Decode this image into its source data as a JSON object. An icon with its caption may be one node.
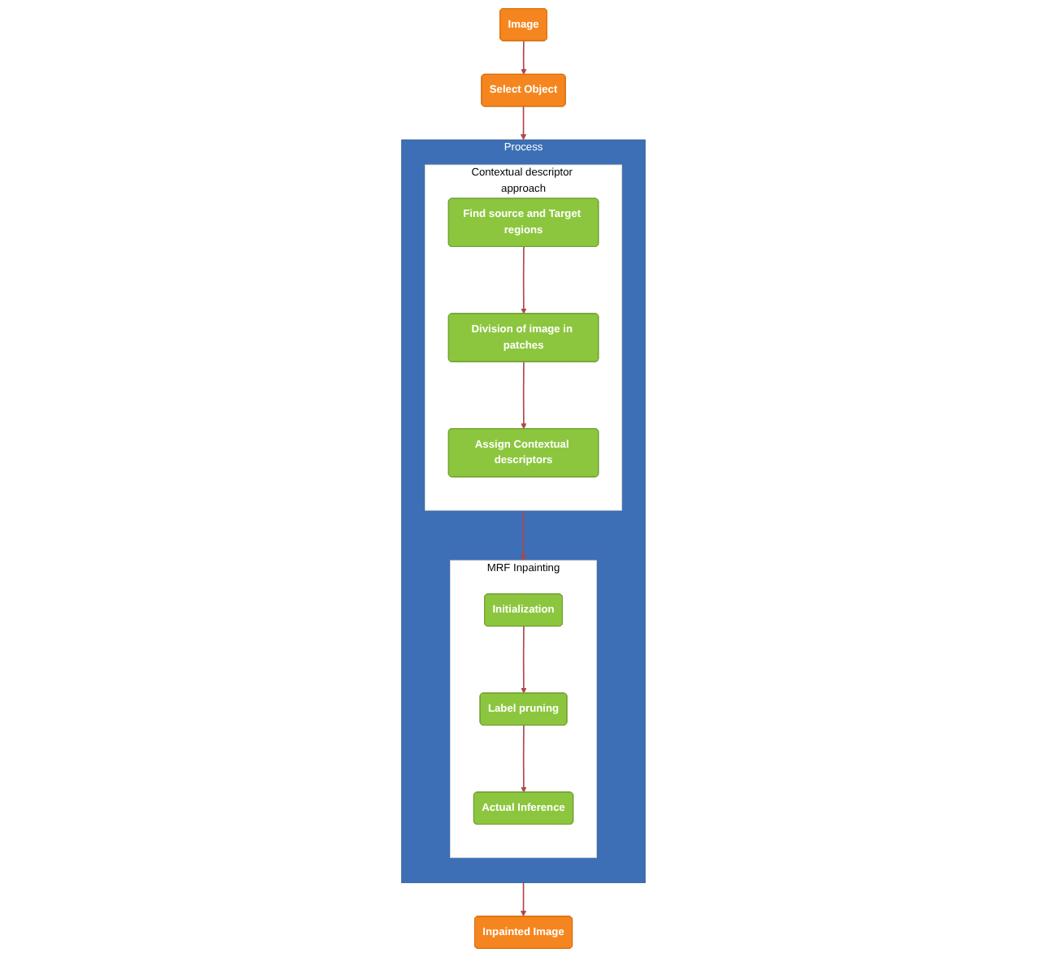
{
  "diagram": {
    "nodes": [
      {
        "text": [
          "Image"
        ]
      },
      {
        "text": [
          "Select Object"
        ]
      },
      {
        "text": [
          "Process"
        ]
      },
      {
        "text": [
          "Contextual descriptor approach"
        ],
        "in": 2
      },
      {
        "text": [
          "Find source and Target regions"
        ],
        "in": 3
      },
      {
        "text": [
          "Division of image in patches"
        ],
        "in": 3
      },
      {
        "text": [
          "Assign Contextual descriptors"
        ],
        "in": 3
      },
      {
        "text": [
          "MRF Inpainting"
        ],
        "in": 2
      },
      {
        "text": [
          "Initialization"
        ],
        "in": 7
      },
      {
        "text": [
          "Label pruning"
        ],
        "in": 7
      },
      {
        "text": [
          "Actual Inference"
        ],
        "in": 7
      },
      {
        "text": [
          "Inpainted Image"
        ]
      }
    ],
    "edges": [
      {
        "from": 0,
        "to": 1,
        "arrow": "to"
      },
      {
        "from": 1,
        "to": 2,
        "arrow": "to"
      },
      {
        "from": 4,
        "to": 5,
        "arrow": "to"
      },
      {
        "from": 5,
        "to": 6,
        "arrow": "to"
      },
      {
        "from": 3,
        "to": 7,
        "arrow": "to"
      },
      {
        "from": 8,
        "to": 9,
        "arrow": "to"
      },
      {
        "from": 9,
        "to": 10,
        "arrow": "to"
      },
      {
        "from": 2,
        "to": 11,
        "arrow": "to"
      }
    ]
  }
}
